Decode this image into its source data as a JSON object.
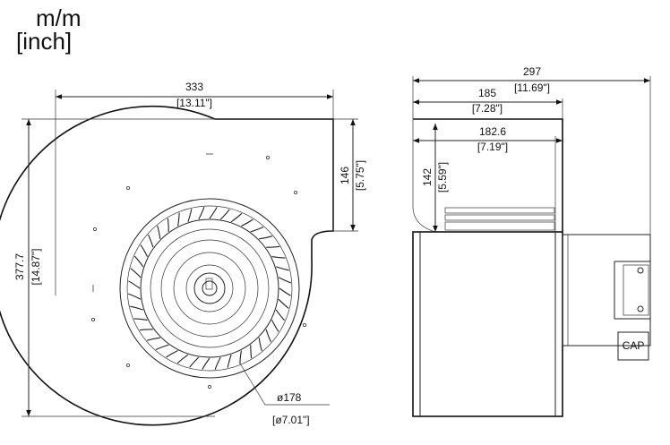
{
  "units": {
    "metric": "m/m",
    "imperial": "[inch]"
  },
  "front_view": {
    "width": {
      "mm": "333",
      "inch": "[13.11\"]"
    },
    "height": {
      "mm": "377.7",
      "inch": "[14.87\"]"
    },
    "outlet_height": {
      "mm": "146",
      "inch": "[5.75\"]"
    },
    "impeller_diameter": {
      "mm": "ø178",
      "inch": "[ø7.01\"]"
    }
  },
  "side_view": {
    "overall_depth": {
      "mm": "297",
      "inch": "[11.69\"]"
    },
    "housing_depth": {
      "mm": "185",
      "inch": "[7.28\"]"
    },
    "outlet_width": {
      "mm": "182.6",
      "inch": "[7.19\"]"
    },
    "outlet_height": {
      "mm": "142",
      "inch": "[5.59\"]"
    },
    "capacitor_label": "CAP"
  }
}
